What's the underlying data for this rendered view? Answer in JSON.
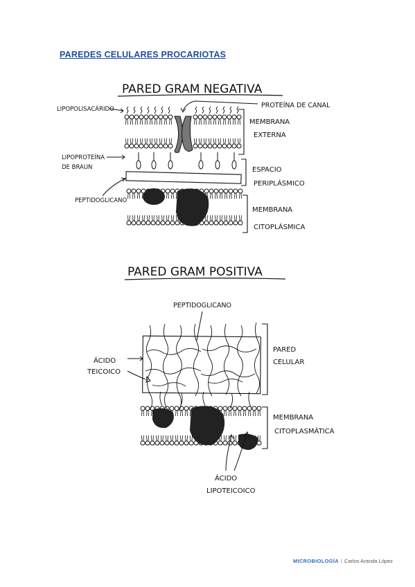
{
  "page": {
    "title": "PAREDES CELULARES PROCARIOTAS"
  },
  "gram_negative": {
    "heading": "PARED GRAM NEGATIVA",
    "labels": {
      "lipopolysaccharide": "LIPOPOLISACÁRIDO",
      "channel_protein": "PROTEÍNA DE CANAL",
      "outer_membrane_line1": "MEMBRANA",
      "outer_membrane_line2": "EXTERNA",
      "braun_line1": "LIPOPROTEÍNA",
      "braun_line2": "DE BRAUN",
      "periplasmic_line1": "ESPACIO",
      "periplasmic_line2": "PERIPLÁSMICO",
      "peptidoglycan": "PEPTIDOGLICANO",
      "cyto_membrane_line1": "MEMBRANA",
      "cyto_membrane_line2": "CITOPLÁSMICA"
    }
  },
  "gram_positive": {
    "heading": "PARED GRAM POSITIVA",
    "labels": {
      "peptidoglycan": "PEPTIDOGLICANO",
      "teichoic_line1": "ÁCIDO",
      "teichoic_line2": "TEICOICO",
      "wall_line1": "PARED",
      "wall_line2": "CELULAR",
      "cyto_membrane_line1": "MEMBRANA",
      "cyto_membrane_line2": "CITOPLASMÁTICA",
      "lipoteichoic_line1": "ÁCIDO",
      "lipoteichoic_line2": "LIPOTEICOICO"
    }
  },
  "footer": {
    "subject": "MICROBIOLOGÍA",
    "author": "Carlos Aranda López"
  }
}
